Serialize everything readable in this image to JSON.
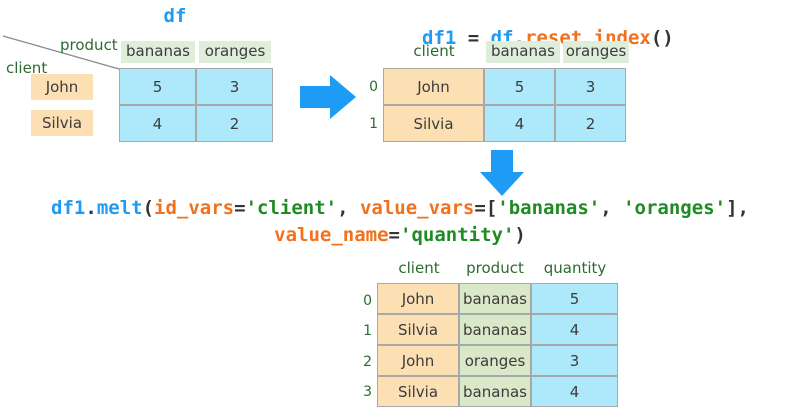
{
  "page": {
    "accent_blue": "#1e9cf5",
    "accent_orange": "#f2711c",
    "accent_green": "#1f8b24",
    "cell_blue": "#ade8fb",
    "cell_orange": "#fce0b4",
    "cell_green": "#d9e8c8",
    "header_chip_green": "#dfeeda",
    "label_green": "#2d6b2f",
    "border_gray": "#a8a8a8"
  },
  "df_table": {
    "title": "df",
    "index_axis_label": "client",
    "columns_axis_label": "product",
    "column_headers": [
      "bananas",
      "oranges"
    ],
    "index_values": [
      "John",
      "Silvia"
    ],
    "rows": [
      [
        "5",
        "3"
      ],
      [
        "4",
        "2"
      ]
    ]
  },
  "arrow_right": {
    "name": "right-arrow"
  },
  "df1_table": {
    "code": {
      "target": "df1",
      "equals": " = ",
      "source": "df",
      "dot": ".",
      "method": "reset_index",
      "parens": "()"
    },
    "column_headers": [
      "client",
      "bananas",
      "oranges"
    ],
    "index_values": [
      "0",
      "1"
    ],
    "rows": [
      [
        "John",
        "5",
        "3"
      ],
      [
        "Silvia",
        "4",
        "2"
      ]
    ]
  },
  "arrow_down": {
    "name": "down-arrow"
  },
  "melt_code": {
    "line1": [
      {
        "text": "df1",
        "color": "blue"
      },
      {
        "text": ".",
        "color": "dark"
      },
      {
        "text": "melt",
        "color": "blue"
      },
      {
        "text": "(",
        "color": "dark"
      },
      {
        "text": "id_vars",
        "color": "orange"
      },
      {
        "text": "=",
        "color": "dark"
      },
      {
        "text": "'client'",
        "color": "green"
      },
      {
        "text": ", ",
        "color": "dark"
      },
      {
        "text": "value_vars",
        "color": "orange"
      },
      {
        "text": "=[",
        "color": "dark"
      },
      {
        "text": "'bananas'",
        "color": "green"
      },
      {
        "text": ", ",
        "color": "dark"
      },
      {
        "text": "'oranges'",
        "color": "green"
      },
      {
        "text": "],",
        "color": "dark"
      }
    ],
    "line2": [
      {
        "text": "value_name",
        "color": "orange"
      },
      {
        "text": "=",
        "color": "dark"
      },
      {
        "text": "'quantity'",
        "color": "green"
      },
      {
        "text": ")",
        "color": "dark"
      }
    ]
  },
  "melt_table": {
    "column_headers": [
      "client",
      "product",
      "quantity"
    ],
    "index_values": [
      "0",
      "1",
      "2",
      "3"
    ],
    "rows": [
      [
        "John",
        "bananas",
        "5"
      ],
      [
        "Silvia",
        "bananas",
        "4"
      ],
      [
        "John",
        "oranges",
        "3"
      ],
      [
        "Silvia",
        "bananas",
        "4"
      ]
    ]
  }
}
